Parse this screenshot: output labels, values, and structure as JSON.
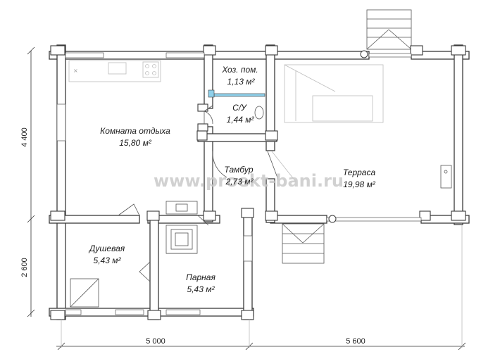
{
  "rooms": {
    "lounge": {
      "name": "Комната отдыха",
      "area": "15,80 м²"
    },
    "utility": {
      "name": "Хоз. пом.",
      "area": "1,13 м²"
    },
    "wc": {
      "name": "С/У",
      "area": "1,44 м²"
    },
    "vestibule": {
      "name": "Тамбур",
      "area": "2,73 м²"
    },
    "terrace": {
      "name": "Терраса",
      "area": "19,98 м²"
    },
    "shower": {
      "name": "Душевая",
      "area": "5,43 м²"
    },
    "steam": {
      "name": "Парная",
      "area": "5,43 м²"
    }
  },
  "dimensions": {
    "left_top": "4 400",
    "left_bottom": "2 600",
    "bottom_left": "5 000",
    "bottom_right": "5 600"
  },
  "watermark": "www.proekt-bani.ru",
  "colors": {
    "wall_stroke": "#3a3a3a",
    "accent_window": "#8fd0ea",
    "watermark": "#c9c9c9"
  }
}
